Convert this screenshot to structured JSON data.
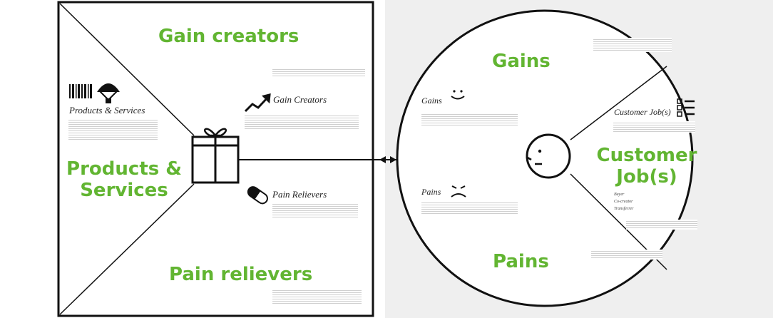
{
  "value_map": {
    "gain_creators": "Gain creators",
    "products_services": "Products & Services",
    "pain_relievers": "Pain relievers",
    "sub_products_services": "Products & Services",
    "sub_gain_creators": "Gain Creators",
    "sub_pain_relievers": "Pain Relievers"
  },
  "customer_profile": {
    "gains": "Gains",
    "customer_jobs": "Customer Job(s)",
    "pains": "Pains",
    "sub_gains": "Gains",
    "sub_pains": "Pains",
    "sub_customer_jobs": "Customer Job(s)",
    "role_buyer": "Buyer",
    "role_cocreator": "Co-creator",
    "role_transferrer": "Transferrer"
  },
  "icons": [
    "barcode-icon",
    "parachute-icon",
    "gift-icon",
    "rising-chart-icon",
    "pill-icon",
    "smile-icon",
    "frown-icon",
    "checklist-icon",
    "face-icon"
  ],
  "colors": {
    "accent": "#62b532",
    "outline": "#111111",
    "panel_bg": "#efefef"
  }
}
